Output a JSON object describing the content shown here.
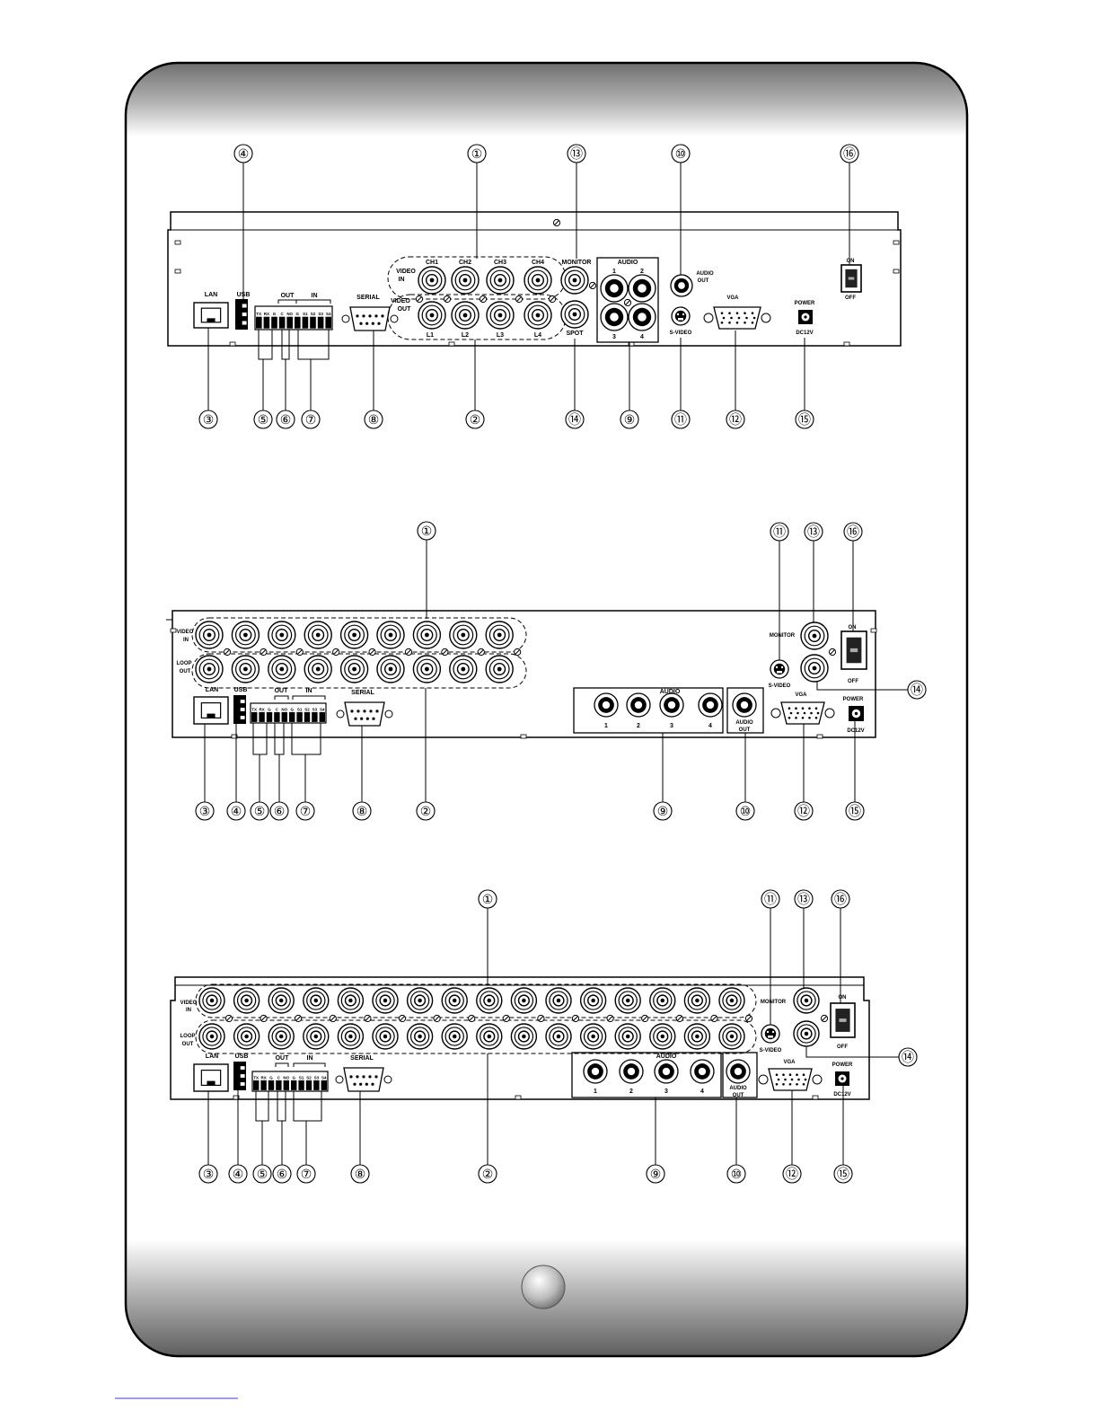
{
  "panels": [
    {
      "id": "panel-4ch",
      "connectors": {
        "lan": "LAN",
        "usb": "USB",
        "out": "OUT",
        "in": "IN",
        "serial": "SERIAL",
        "video_in": [
          "VIDEO",
          "IN"
        ],
        "video_out": [
          "VIDEO",
          "OUT"
        ],
        "ch": [
          "CH1",
          "CH2",
          "CH3",
          "CH4"
        ],
        "loop": [
          "L1",
          "L2",
          "L3",
          "L4"
        ],
        "monitor": "MONITOR",
        "spot": "SPOT",
        "audio": "AUDIO",
        "audio_nums": [
          "1",
          "2",
          "3",
          "4"
        ],
        "audio_out": [
          "AUDIO",
          "OUT"
        ],
        "svideo": "S-VIDEO",
        "vga": "VGA",
        "power": "POWER",
        "dc": "DC12V",
        "on": "ON",
        "off": "OFF",
        "terminal_pins": [
          "TX",
          "RX",
          "G",
          "C",
          "NO",
          "G",
          "S1",
          "S2",
          "S3",
          "S4"
        ]
      },
      "callouts_top": [
        "④",
        "①",
        "⑬",
        "⑩",
        "⑯"
      ],
      "callouts_bottom": [
        "③",
        "⑤",
        "⑥",
        "⑦",
        "⑧",
        "②",
        "⑭",
        "⑨",
        "⑪",
        "⑫",
        "⑮"
      ]
    },
    {
      "id": "panel-9ch",
      "connectors": {
        "lan": "LAN",
        "usb": "USB",
        "out": "OUT",
        "in": "IN",
        "serial": "SERIAL",
        "video_in": [
          "VIDEO",
          "IN"
        ],
        "loop_out": [
          "LOOP",
          "OUT"
        ],
        "monitor": "MONITOR",
        "svideo": "S-VIDEO",
        "vga": "VGA",
        "audio": "AUDIO",
        "audio_nums": [
          "1",
          "2",
          "3",
          "4"
        ],
        "audio_out": [
          "AUDIO",
          "OUT"
        ],
        "power": "POWER",
        "dc": "DC12V",
        "on": "ON",
        "off": "OFF"
      },
      "callouts_top": [
        "①",
        "⑪",
        "⑬",
        "⑯"
      ],
      "callouts_side": [
        "⑭"
      ],
      "callouts_bottom": [
        "③",
        "④",
        "⑤",
        "⑥",
        "⑦",
        "⑧",
        "②",
        "⑨",
        "⑩",
        "⑫",
        "⑮"
      ]
    },
    {
      "id": "panel-16ch",
      "connectors": {
        "lan": "LAN",
        "usb": "USB",
        "out": "OUT",
        "in": "IN",
        "serial": "SERIAL",
        "video_in": [
          "VIDEO",
          "IN"
        ],
        "loop_out": [
          "LOOP",
          "OUT"
        ],
        "monitor": "MONITOR",
        "svideo": "S-VIDEO",
        "vga": "VGA",
        "audio": "AUDIO",
        "audio_nums": [
          "1",
          "2",
          "3",
          "4"
        ],
        "audio_out": [
          "AUDIO",
          "OUT"
        ],
        "power": "POWER",
        "dc": "DC12V",
        "on": "ON",
        "off": "OFF"
      },
      "callouts_top": [
        "①",
        "⑪",
        "⑬",
        "⑯"
      ],
      "callouts_side": [
        "⑭"
      ],
      "callouts_bottom": [
        "③",
        "④",
        "⑤",
        "⑥",
        "⑦",
        "⑧",
        "②",
        "⑨",
        "⑩",
        "⑫",
        "⑮"
      ]
    }
  ]
}
